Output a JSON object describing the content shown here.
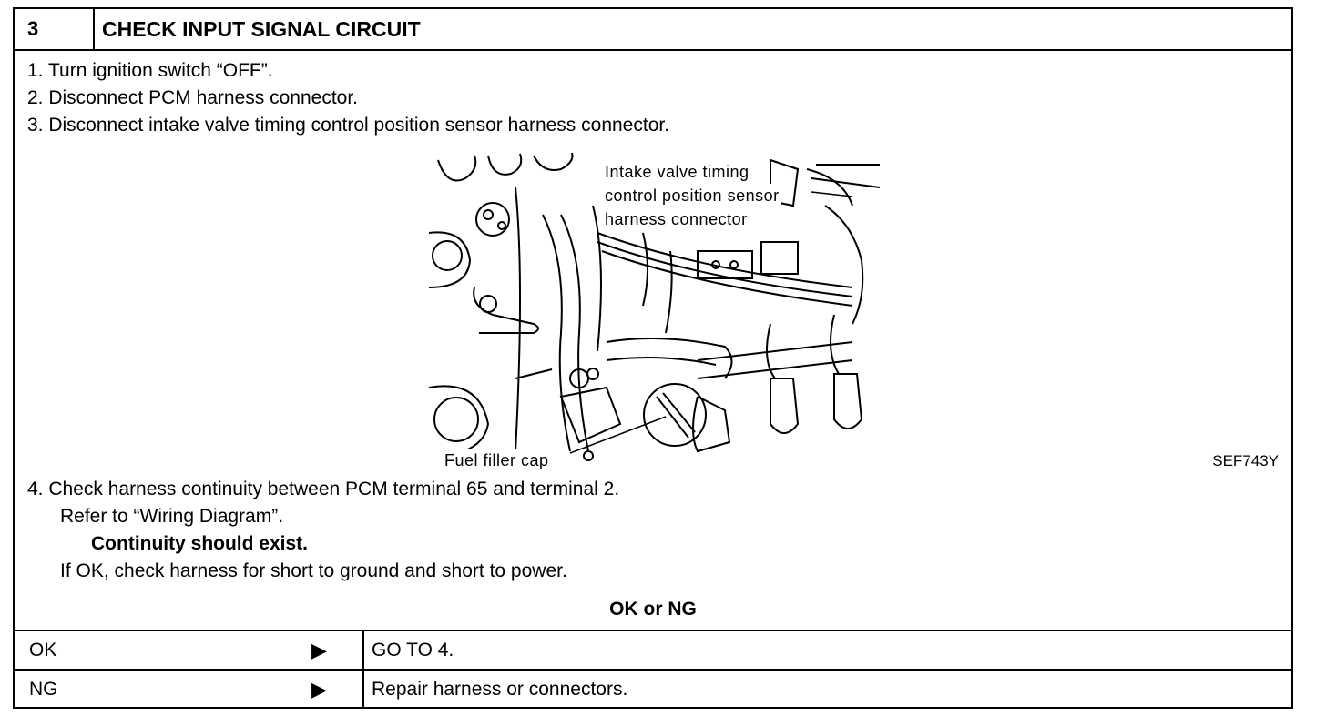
{
  "header": {
    "step_number": "3",
    "title": "CHECK INPUT SIGNAL CIRCUIT"
  },
  "steps": [
    "1.  Turn ignition switch “OFF”.",
    "2.  Disconnect PCM harness connector.",
    "3.  Disconnect intake valve timing control position sensor harness connector."
  ],
  "figure": {
    "label_connector": [
      "Intake valve timing",
      "control position sensor",
      "harness connector"
    ],
    "label_cap": "Fuel filler cap",
    "code": "SEF743Y"
  },
  "step4": {
    "line1": "4.  Check harness continuity between PCM terminal 65 and terminal 2.",
    "line2": "Refer to “Wiring Diagram”.",
    "line3": "Continuity should exist.",
    "line4": "If OK, check harness for short to ground and short to power."
  },
  "decision": {
    "label": "OK or NG"
  },
  "results": [
    {
      "condition": "OK",
      "arrow": "▶",
      "action": "GO TO 4."
    },
    {
      "condition": "NG",
      "arrow": "▶",
      "action": "Repair harness or connectors."
    }
  ]
}
